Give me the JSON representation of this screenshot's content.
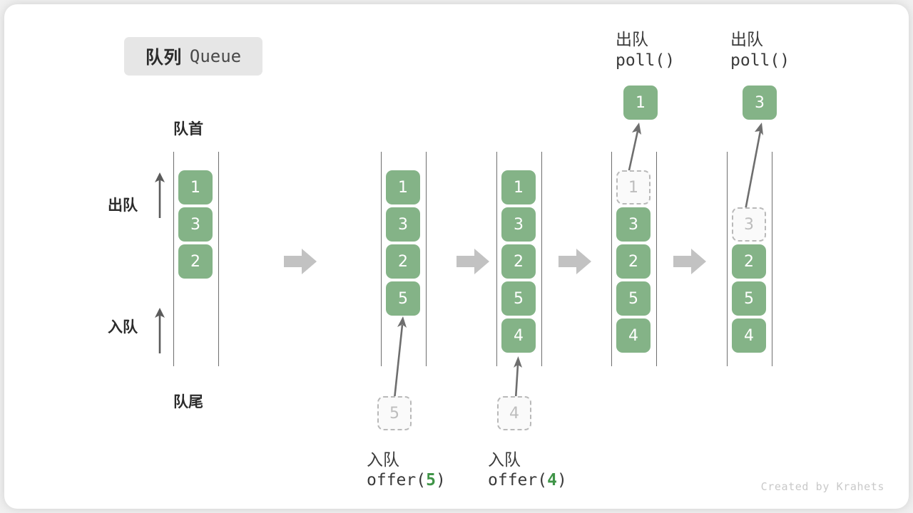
{
  "title": {
    "zh": "队列",
    "en": "Queue"
  },
  "labels": {
    "head": "队首",
    "tail": "队尾",
    "dequeue": "出队",
    "enqueue": "入队"
  },
  "watermark": "Created by Krahets",
  "colors": {
    "cell_fill": "#84b387",
    "cell_text": "#ffffff",
    "ghost_border": "#b9b9b9",
    "ghost_text": "#bdbdbd",
    "rail": "#6e6e6e",
    "step_arrow": "#c2c2c2",
    "accent_green": "#3f9447",
    "badge_bg": "#e6e6e6",
    "card_bg": "#ffffff",
    "page_bg": "#f0f0f0"
  },
  "operations": {
    "offer5": {
      "zh": "入队",
      "fn_pre": "offer(",
      "fn_arg": "5",
      "fn_post": ")"
    },
    "offer4": {
      "zh": "入队",
      "fn_pre": "offer(",
      "fn_arg": "4",
      "fn_post": ")"
    },
    "poll1": {
      "zh": "出队",
      "fn": "poll()"
    },
    "poll2": {
      "zh": "出队",
      "fn": "poll()"
    }
  },
  "floating": {
    "incoming_5": "5",
    "incoming_4": "4",
    "outgoing_1": "1",
    "outgoing_3": "3"
  },
  "columns": [
    {
      "id": "state-initial",
      "cells": [
        "1",
        "3",
        "2"
      ],
      "ghost_index": -1,
      "offset_slots": 0
    },
    {
      "id": "state-after-offer-5",
      "cells": [
        "1",
        "3",
        "2",
        "5"
      ],
      "ghost_index": -1,
      "offset_slots": 0
    },
    {
      "id": "state-after-offer-4",
      "cells": [
        "1",
        "3",
        "2",
        "5",
        "4"
      ],
      "ghost_index": -1,
      "offset_slots": 0
    },
    {
      "id": "state-poll-1",
      "cells": [
        "1",
        "3",
        "2",
        "5",
        "4"
      ],
      "ghost_index": 0,
      "offset_slots": 0
    },
    {
      "id": "state-poll-3",
      "cells": [
        "3",
        "2",
        "5",
        "4"
      ],
      "ghost_index": 0,
      "offset_slots": 1
    }
  ]
}
